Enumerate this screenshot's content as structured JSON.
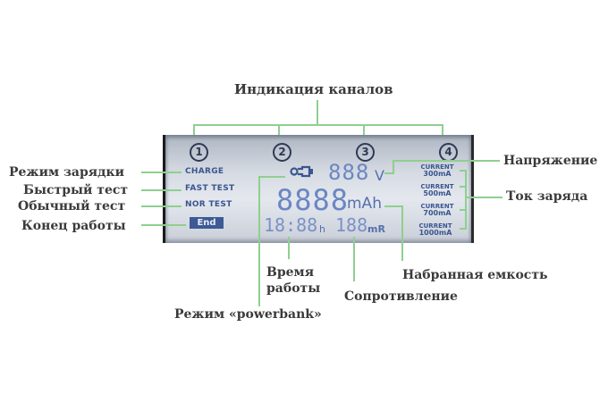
{
  "title": "Индикация каналов",
  "channels": [
    "1",
    "2",
    "3",
    "4"
  ],
  "left_labels": {
    "charge_mode": "Режим зарядки",
    "fast_test": "Быстрый тест",
    "normal_test": "Обычный тест",
    "end": "Конец работы"
  },
  "right_labels": {
    "voltage": "Напряжение",
    "charge_current": "Ток заряда"
  },
  "bottom_labels": {
    "work_time_line1": "Время",
    "work_time_line2": "работы",
    "powerbank_mode": "Режим «powerbank»",
    "resistance": "Сопротивление",
    "capacity": "Набранная емкость"
  },
  "lcd": {
    "modes": {
      "charge": "CHARGE",
      "fast_test": "FAST TEST",
      "nor_test": "NOR TEST",
      "end": "End"
    },
    "voltage_digits": "888",
    "voltage_unit": "V",
    "capacity_digits": "8888",
    "capacity_unit": "mAh",
    "time_digits": "18:88",
    "time_unit": "h",
    "resistance_digits": "188",
    "resistance_unit": "mR",
    "currents": [
      {
        "label": "CURRENT",
        "value": "300mA"
      },
      {
        "label": "CURRENT",
        "value": "500mA"
      },
      {
        "label": "CURRENT",
        "value": "700mA"
      },
      {
        "label": "CURRENT",
        "value": "1000mA"
      }
    ],
    "usb_icon": "usb-plug-icon"
  },
  "colors": {
    "leader_line": "#8fcf8f",
    "lcd_text": "#3b5590",
    "segment": "#6b86c2",
    "label_text": "#3a3a3a"
  }
}
